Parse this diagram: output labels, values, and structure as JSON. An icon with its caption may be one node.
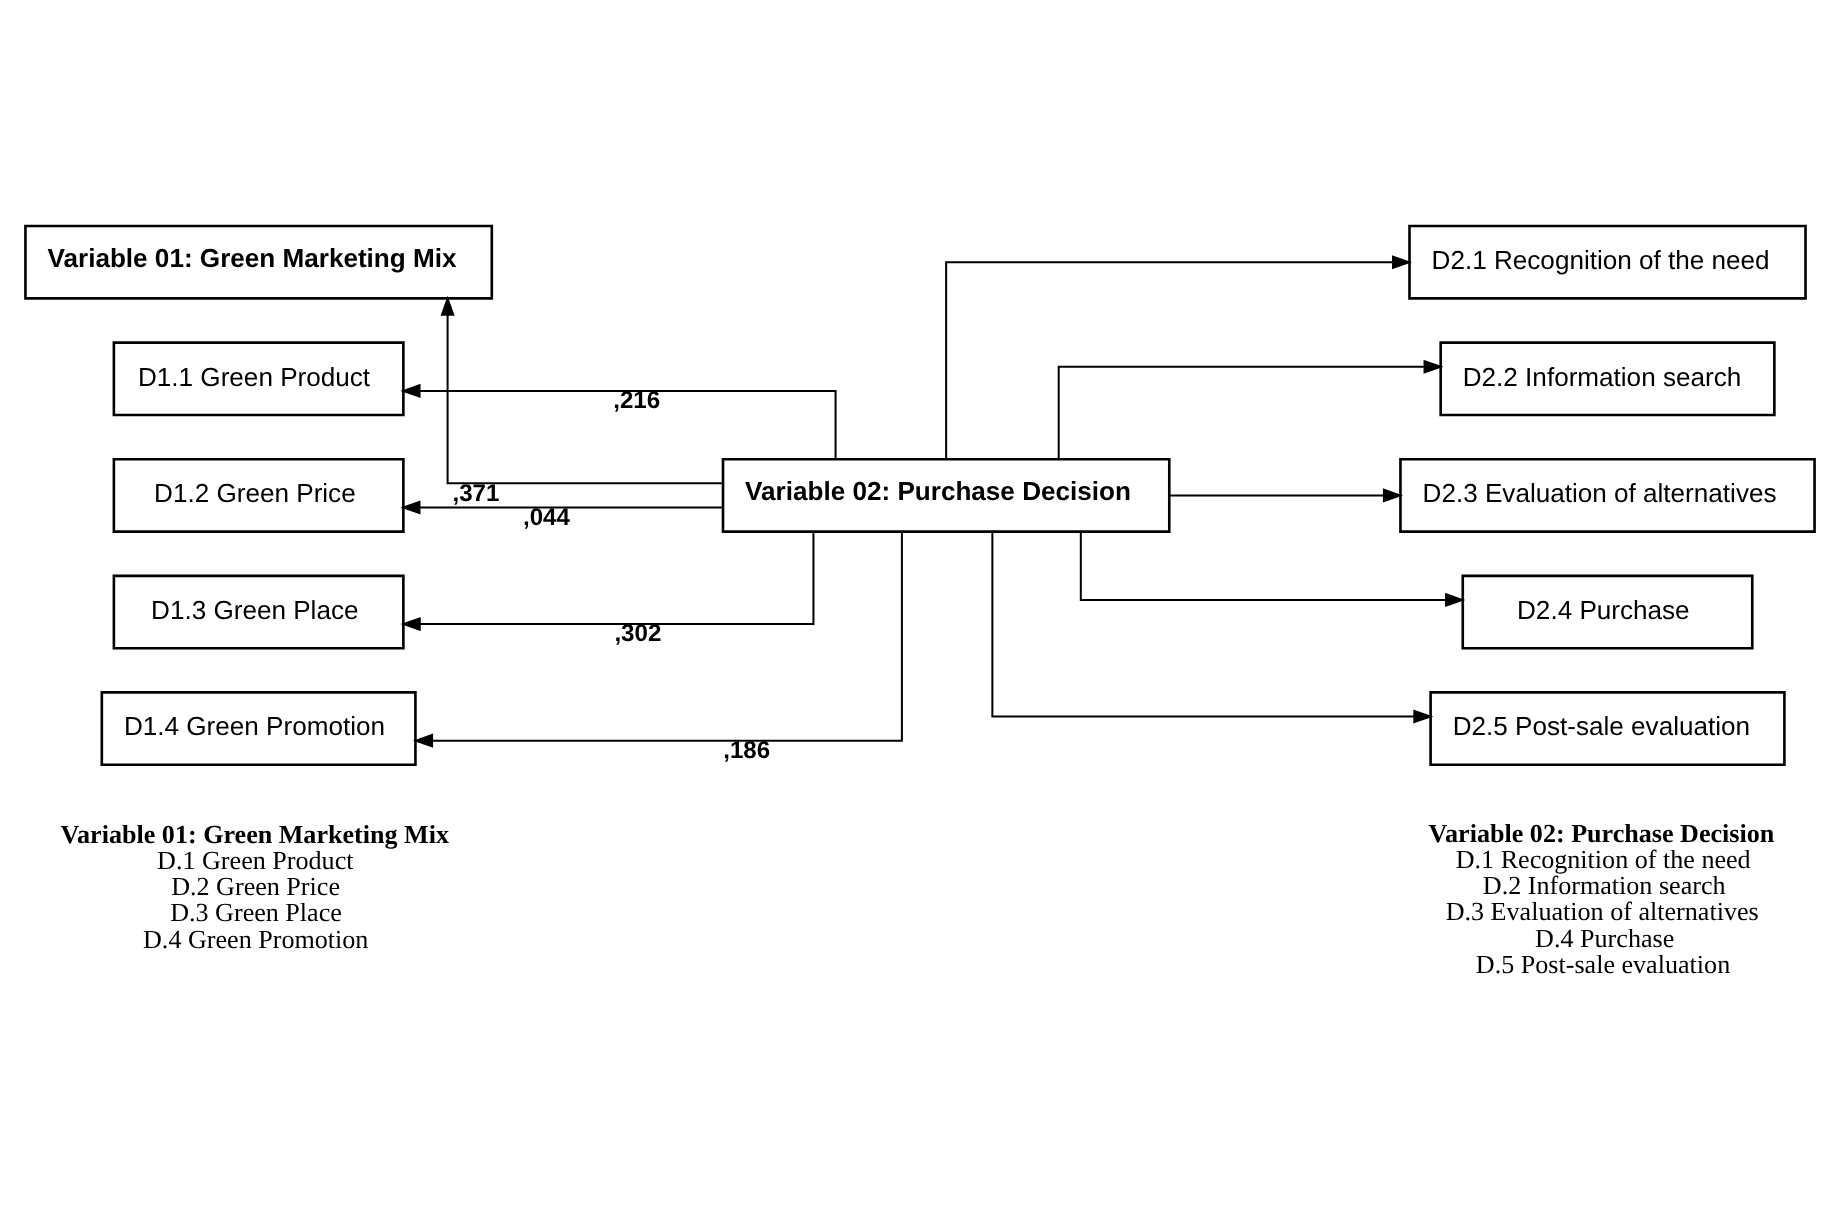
{
  "diagram": {
    "nodes": [
      {
        "text": [
          "Variable 01: Green Marketing Mix"
        ]
      },
      {
        "text": [
          "D1.1 Green Product"
        ]
      },
      {
        "text": [
          "D1.2 Green Price"
        ]
      },
      {
        "text": [
          "D1.3 Green Place"
        ]
      },
      {
        "text": [
          "D1.4 Green Promotion"
        ]
      },
      {
        "text": [
          "Variable 02: Purchase Decision"
        ]
      },
      {
        "text": [
          "D2.1 Recognition of the need"
        ]
      },
      {
        "text": [
          "D2.2 Information search"
        ]
      },
      {
        "text": [
          "D2.3 Evaluation of alternatives"
        ]
      },
      {
        "text": [
          "D2.4 Purchase"
        ]
      },
      {
        "text": [
          "D2.5 Post-sale evaluation"
        ]
      }
    ],
    "edges": [
      {
        "from": 5,
        "to": 0,
        "arrow": "to",
        "label": ",371"
      },
      {
        "from": 5,
        "to": 1,
        "arrow": "to",
        "label": ",216"
      },
      {
        "from": 5,
        "to": 2,
        "arrow": "to",
        "label": ",044"
      },
      {
        "from": 5,
        "to": 3,
        "arrow": "to",
        "label": ",302"
      },
      {
        "from": 5,
        "to": 4,
        "arrow": "to",
        "label": ",186"
      },
      {
        "from": 5,
        "to": 6,
        "arrow": "to"
      },
      {
        "from": 5,
        "to": 7,
        "arrow": "to"
      },
      {
        "from": 5,
        "to": 8,
        "arrow": "to"
      },
      {
        "from": 5,
        "to": 9,
        "arrow": "to"
      },
      {
        "from": 5,
        "to": 10,
        "arrow": "to"
      }
    ],
    "labels": [
      "Variable 01: Green Marketing Mix",
      "D.1 Green Product",
      "D.2 Green Price",
      "D.3 Green Place",
      "D.4 Green Promotion",
      "Variable 02: Purchase Decision",
      "D.1 Recognition of the need",
      "D.2 Information search",
      "D.3 Evaluation of alternatives",
      "D.4 Purchase",
      "D.5 Post-sale evaluation"
    ]
  }
}
